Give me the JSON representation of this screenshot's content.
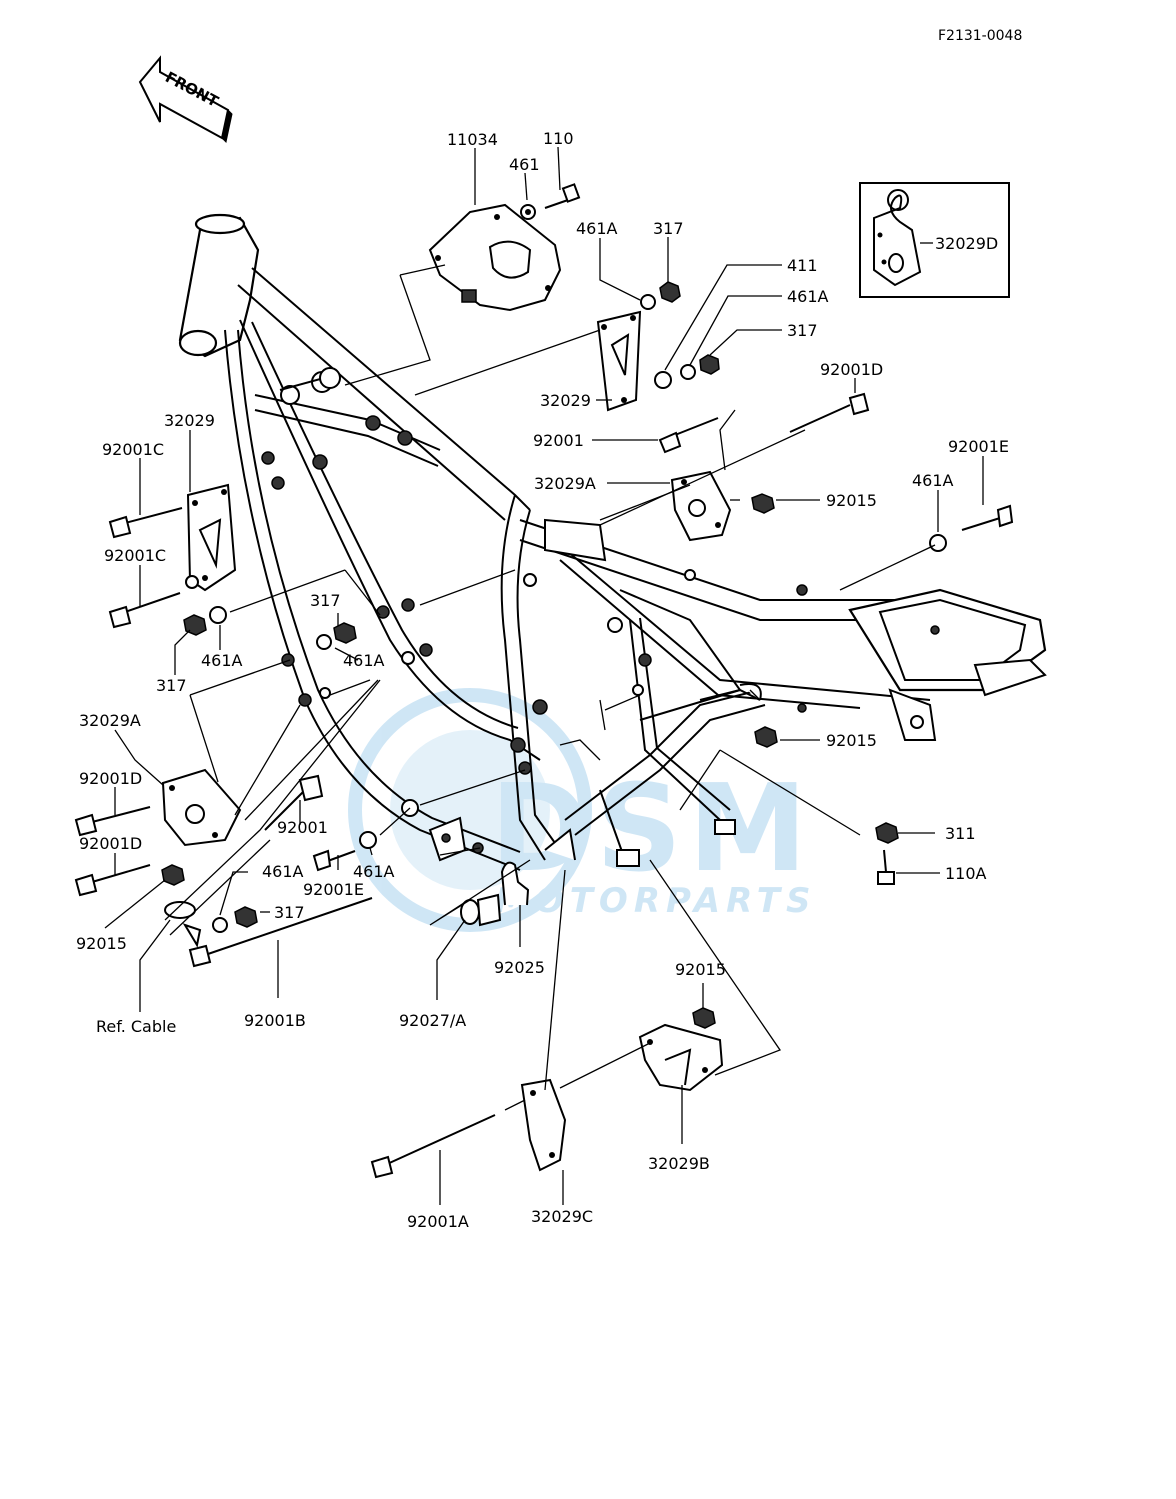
{
  "drawing_code": "F2131-0048",
  "front_marker": "FRONT",
  "inset_label": "32029D",
  "watermark": {
    "line1": "DSM",
    "line2": "MOTORPARTS",
    "color": "#a9d3ee"
  },
  "callouts": [
    "11034",
    "110",
    "461",
    "461A",
    "317",
    "411",
    "461A",
    "317",
    "32029",
    "92001D",
    "92001",
    "32029A",
    "92015",
    "92001E",
    "461A",
    "32029",
    "92001C",
    "92001C",
    "317",
    "461A",
    "317",
    "461A",
    "32029A",
    "92001D",
    "92001D",
    "92001",
    "92015",
    "461A",
    "317",
    "92001E",
    "461A",
    "92015",
    "311",
    "110A",
    "92025",
    "92027/A",
    "92001B",
    "Ref.  Cable",
    "92015",
    "32029B",
    "92001A",
    "32029C"
  ]
}
